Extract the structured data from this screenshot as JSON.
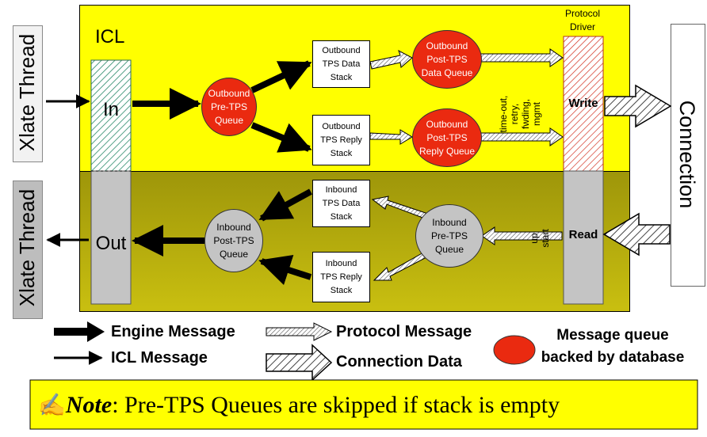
{
  "left_labels": {
    "top": "Xlate Thread",
    "bottom": "Xlate Thread"
  },
  "right_label": "Connection",
  "icl": {
    "title": "ICL",
    "in": "In",
    "out": "Out"
  },
  "protocol_driver": {
    "title_line1": "Protocol",
    "title_line2": "Driver",
    "write": "Write",
    "read": "Read"
  },
  "timeout_text": [
    "time-out,",
    "retry,",
    "fwding,",
    "mgmt"
  ],
  "startup_text": [
    "start",
    "up"
  ],
  "stacks": {
    "outbound_data": [
      "Outbound",
      "TPS Data",
      "Stack"
    ],
    "outbound_reply": [
      "Outbound",
      "TPS Reply",
      "Stack"
    ],
    "inbound_data": [
      "Inbound",
      "TPS Data",
      "Stack"
    ],
    "inbound_reply": [
      "Inbound",
      "TPS Reply",
      "Stack"
    ]
  },
  "queues": {
    "outbound_pre": [
      "Outbound",
      "Pre-TPS",
      "Queue"
    ],
    "outbound_post_data": [
      "Outbound",
      "Post-TPS",
      "Data Queue"
    ],
    "outbound_post_reply": [
      "Outbound",
      "Post-TPS",
      "Reply Queue"
    ],
    "inbound_post": [
      "Inbound",
      "Post-TPS",
      "Queue"
    ],
    "inbound_pre": [
      "Inbound",
      "Pre-TPS",
      "Queue"
    ]
  },
  "legend": {
    "engine": "Engine Message",
    "icl": "ICL Message",
    "protocol": "Protocol Message",
    "connection": "Connection Data",
    "queue_line1": "Message queue",
    "queue_line2": "backed by database"
  },
  "note": {
    "label": "Note",
    "text": ":  Pre-TPS Queues are skipped if stack is empty"
  },
  "colors": {
    "yellow": "#ffff00",
    "olive": "#bcb20c",
    "red": "#ea2a10",
    "grey": "#c4c4c4"
  }
}
